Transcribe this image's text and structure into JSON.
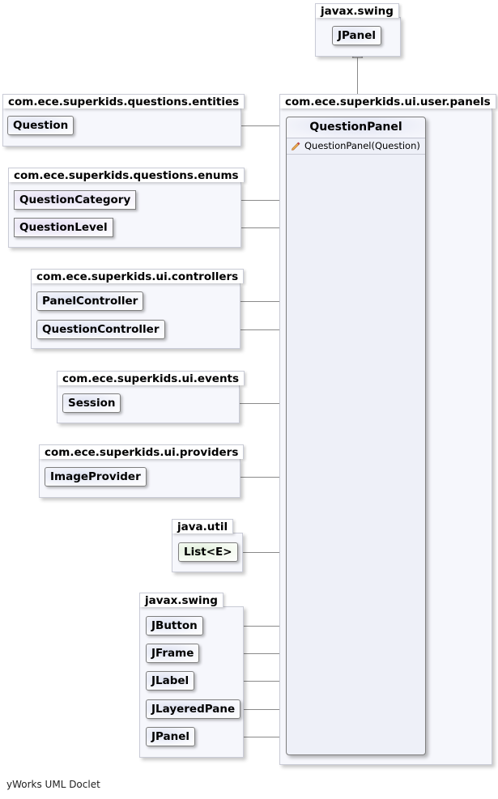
{
  "diagram": {
    "main_package": {
      "name": "com.ece.superkids.ui.user.panels",
      "class": {
        "name": "QuestionPanel",
        "constructor": "QuestionPanel(Question)",
        "constructor_icon": "pencil-icon"
      }
    },
    "superclass_package": {
      "name": "javax.swing",
      "classes": [
        "JPanel"
      ]
    },
    "dependency_packages": [
      {
        "name": "com.ece.superkids.questions.entities",
        "classes": [
          "Question"
        ]
      },
      {
        "name": "com.ece.superkids.questions.enums",
        "classes": [
          "QuestionCategory",
          "QuestionLevel"
        ]
      },
      {
        "name": "com.ece.superkids.ui.controllers",
        "classes": [
          "PanelController",
          "QuestionController"
        ]
      },
      {
        "name": "com.ece.superkids.ui.events",
        "classes": [
          "Session"
        ]
      },
      {
        "name": "com.ece.superkids.ui.providers",
        "classes": [
          "ImageProvider"
        ]
      },
      {
        "name": "java.util",
        "classes": [
          "List<E>"
        ]
      },
      {
        "name": "javax.swing",
        "classes": [
          "JButton",
          "JFrame",
          "JLabel",
          "JLayeredPane",
          "JPanel"
        ]
      }
    ],
    "footer": "yWorks UML Doclet"
  }
}
